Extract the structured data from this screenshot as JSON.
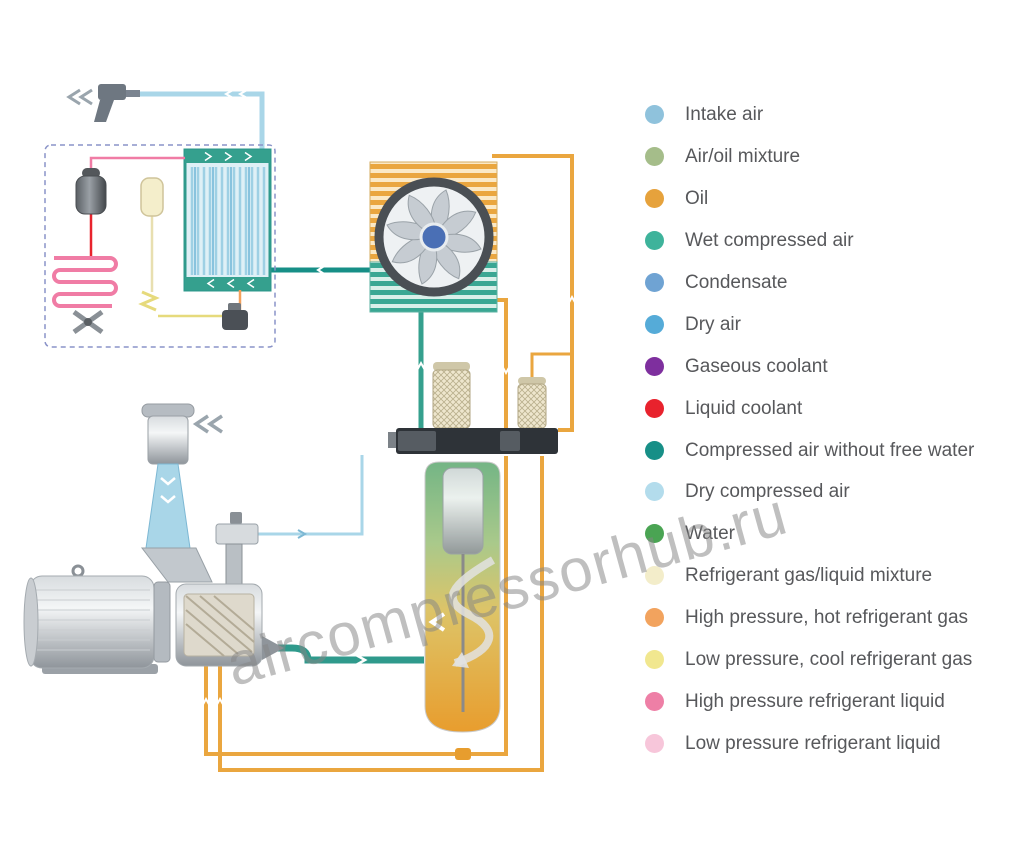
{
  "watermark": {
    "text": "aircompressorhub.ru"
  },
  "legend": {
    "items": [
      {
        "label": "Intake air",
        "color": "#8fc2dc"
      },
      {
        "label": "Air/oil mixture",
        "color": "#a5bd8a"
      },
      {
        "label": "Oil",
        "color": "#e6a23c"
      },
      {
        "label": "Wet compressed air",
        "color": "#3eb39b"
      },
      {
        "label": "Condensate",
        "color": "#6fa3d3"
      },
      {
        "label": "Dry air",
        "color": "#55abd8"
      },
      {
        "label": "Gaseous coolant",
        "color": "#7e2f9e"
      },
      {
        "label": "Liquid coolant",
        "color": "#e8222d"
      },
      {
        "label": "Compressed air without free water",
        "color": "#178f87"
      },
      {
        "label": "Dry compressed air",
        "color": "#b3dcec"
      },
      {
        "label": "Water",
        "color": "#4aa453"
      },
      {
        "label": "Refrigerant gas/liquid mixture",
        "color": "#f3edca"
      },
      {
        "label": "High pressure, hot refrigerant gas",
        "color": "#f2a35e"
      },
      {
        "label": "Low pressure, cool refrigerant gas",
        "color": "#f1e78f"
      },
      {
        "label": "High pressure refrigerant liquid",
        "color": "#ee7fa6"
      },
      {
        "label": "Low pressure refrigerant liquid",
        "color": "#f7c6da"
      }
    ]
  }
}
